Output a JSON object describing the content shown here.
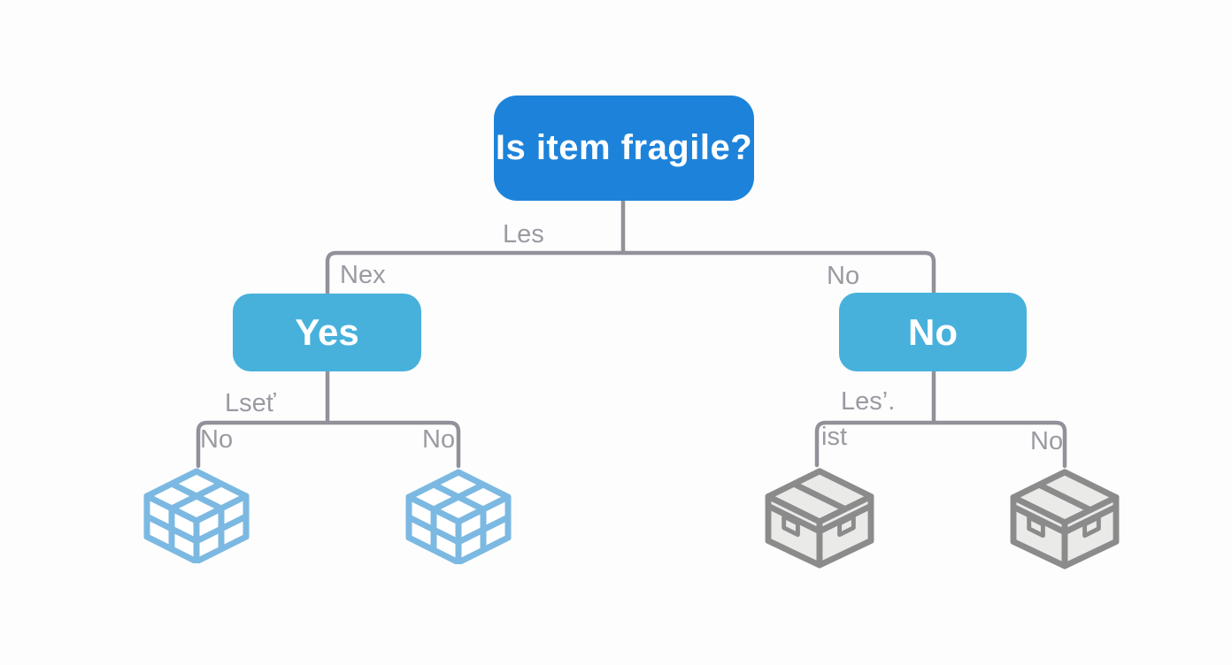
{
  "colors": {
    "root-blue": "#1d83da",
    "node-blue": "#47b1dc",
    "line-gray": "#91919a",
    "label-gray": "#9a9aa2",
    "crate-blue": "#7cb9e2",
    "box-gray": "#8b8b8b",
    "box-fill": "#eaeae8",
    "background": "#fdfdfd"
  },
  "tree": {
    "root": {
      "label": "Is item fragile?"
    },
    "yes_node": {
      "label": "Yes"
    },
    "no_node": {
      "label": "No"
    },
    "edge_labels": {
      "root_branch": "Les",
      "above_yes": "Nex",
      "above_no": "No",
      "below_yes": "Lseť",
      "below_no": "Les’.",
      "yes_left_leaf": "No",
      "yes_right_leaf": "No",
      "no_left_leaf": "ist",
      "no_right_leaf": "No"
    },
    "leaf_icons": {
      "yes_left": "fragile-wireframe-crate-icon",
      "yes_right": "fragile-wireframe-crate-icon",
      "no_left": "cardboard-box-icon",
      "no_right": "cardboard-box-icon"
    }
  }
}
